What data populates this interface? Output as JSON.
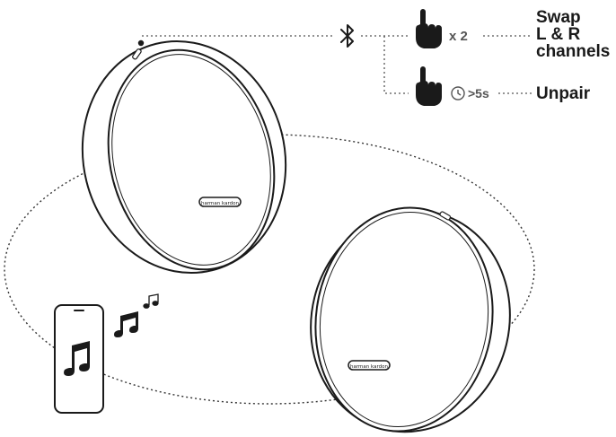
{
  "actions": {
    "swap": {
      "multiplier": "x 2",
      "label_lines": [
        "Swap",
        "L & R",
        "channels"
      ]
    },
    "unpair": {
      "duration": ">5s",
      "label": "Unpair"
    }
  },
  "speaker": {
    "brand": "harman kardon"
  },
  "icons": [
    "bluetooth-icon",
    "hand-press-icon",
    "clock-icon",
    "music-note-icon",
    "smartphone-icon"
  ],
  "colors": {
    "line": "#1a1a1a",
    "muted": "#555555",
    "background": "#ffffff"
  }
}
